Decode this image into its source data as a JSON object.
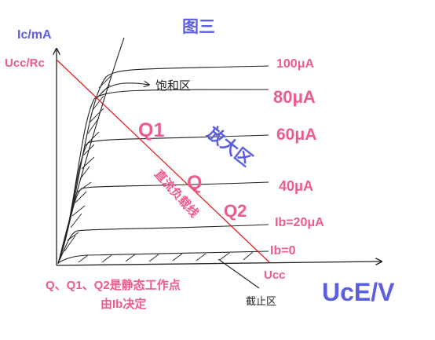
{
  "title": "图三",
  "axes": {
    "y_label": "Ic/mA",
    "x_label": "UcE/V",
    "y_intercept": "Ucc/Rc",
    "x_intercept": "Ucc"
  },
  "curve_labels": [
    "100μA",
    "80μA",
    "60μA",
    "40μA",
    "Ib=20μA",
    "Ib=0"
  ],
  "regions": {
    "saturation": "饱和区",
    "active": "放大区",
    "cutoff": "截止区"
  },
  "points": {
    "q1": "Q1",
    "q": "Q",
    "q2": "Q2"
  },
  "load_line_label": "直流负载线",
  "note": {
    "line1": "Q、Q1、Q2是静态工作点",
    "line2": "由Ib决定"
  },
  "colors": {
    "accent": "#ee5a8e",
    "region": "#5b5fe0",
    "load_line": "#e02020",
    "ink": "#222222"
  }
}
